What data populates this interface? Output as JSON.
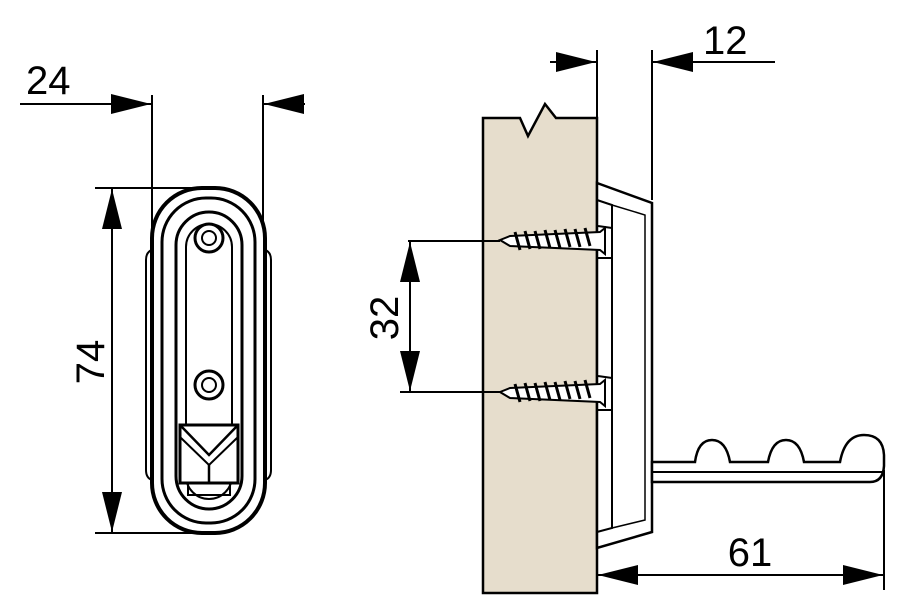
{
  "dimensions": {
    "width_label": "24",
    "height_label": "74",
    "screw_spacing_label": "32",
    "depth_label": "12",
    "arm_length_label": "61"
  },
  "colors": {
    "wood": "#e6ddcc",
    "line": "#000000",
    "background": "#ffffff"
  }
}
